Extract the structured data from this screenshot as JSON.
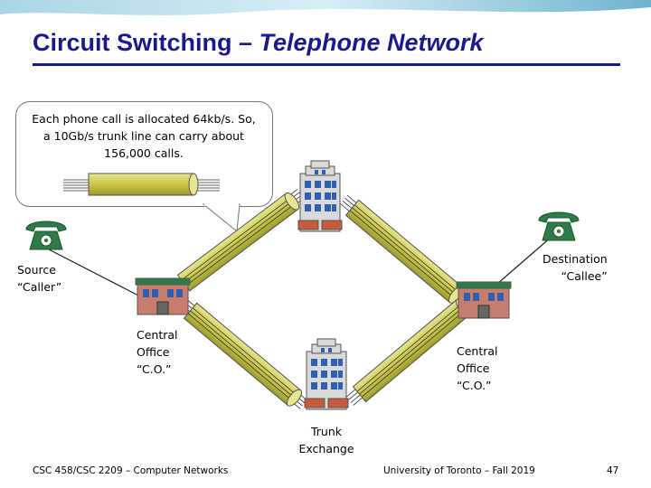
{
  "slide": {
    "title_main": "Circuit Switching – ",
    "title_italic": "Telephone Network",
    "callout_line1": "Each phone call is allocated 64kb/s. So,",
    "callout_line2": "a 10Gb/s trunk line can carry about",
    "callout_line3": "156,000 calls.",
    "source_line1": "Source",
    "source_line2": "“Caller”",
    "dest_line1": "Destination",
    "dest_line2": "“Callee”",
    "co_left_line1": "Central",
    "co_left_line2": "Office",
    "co_left_line3": "“C.O.”",
    "co_right_line1": "Central",
    "co_right_line2": "Office",
    "co_right_line3": "“C.O.”",
    "trunk_line1": "Trunk",
    "trunk_line2": "Exchange"
  },
  "footer": {
    "course": "CSC 458/CSC 2209 – Computer Networks",
    "university": "University of Toronto – Fall 2019",
    "page": "47"
  },
  "colors": {
    "title": "#1a1a8c",
    "cable_fill": "#c8c84a",
    "building_blue": "#2e5fb0",
    "building_brick": "#c87c6c",
    "phone_green": "#2e7a48"
  },
  "icons": [
    "telephone-icon",
    "office-building-icon",
    "central-office-building-icon"
  ]
}
